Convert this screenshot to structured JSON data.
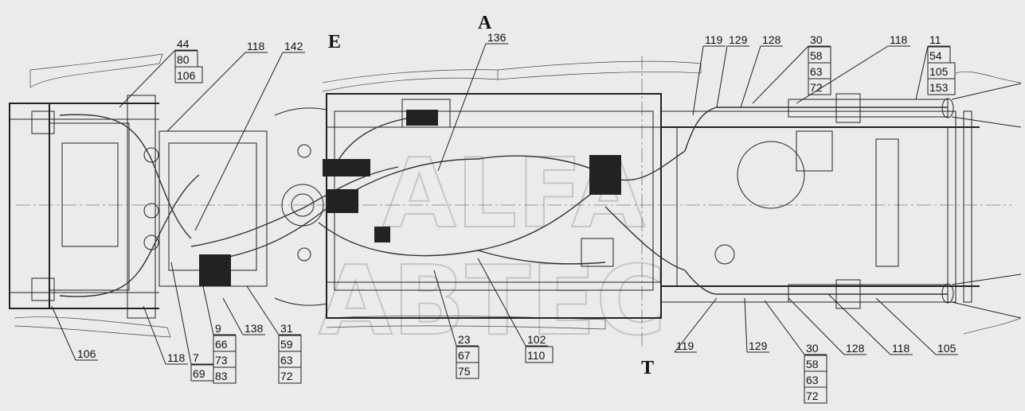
{
  "section_letters": {
    "E": "E",
    "A": "A",
    "T": "T"
  },
  "watermark": {
    "line1": "ALFA",
    "line2": "ABTEC"
  },
  "callouts": {
    "c44": [
      "44",
      "80",
      "106"
    ],
    "c118a": [
      "118"
    ],
    "c142": [
      "142"
    ],
    "c136": [
      "136"
    ],
    "c119a": [
      "119"
    ],
    "c129a": [
      "129"
    ],
    "c128a": [
      "128"
    ],
    "c30a": [
      "30",
      "58",
      "63",
      "72"
    ],
    "c118b": [
      "118"
    ],
    "c11": [
      "11",
      "54",
      "105",
      "153"
    ],
    "c106": [
      "106"
    ],
    "c118c": [
      "118"
    ],
    "c7": [
      "7",
      "69"
    ],
    "c9": [
      "9",
      "66",
      "73",
      "83"
    ],
    "c138": [
      "138"
    ],
    "c31": [
      "31",
      "59",
      "63",
      "72"
    ],
    "c23": [
      "23",
      "67",
      "75"
    ],
    "c102": [
      "102",
      "110"
    ],
    "c119b": [
      "119"
    ],
    "c129b": [
      "129"
    ],
    "c30b": [
      "30",
      "58",
      "63",
      "72"
    ],
    "c128b": [
      "128"
    ],
    "c118d": [
      "118"
    ],
    "c105": [
      "105"
    ]
  }
}
